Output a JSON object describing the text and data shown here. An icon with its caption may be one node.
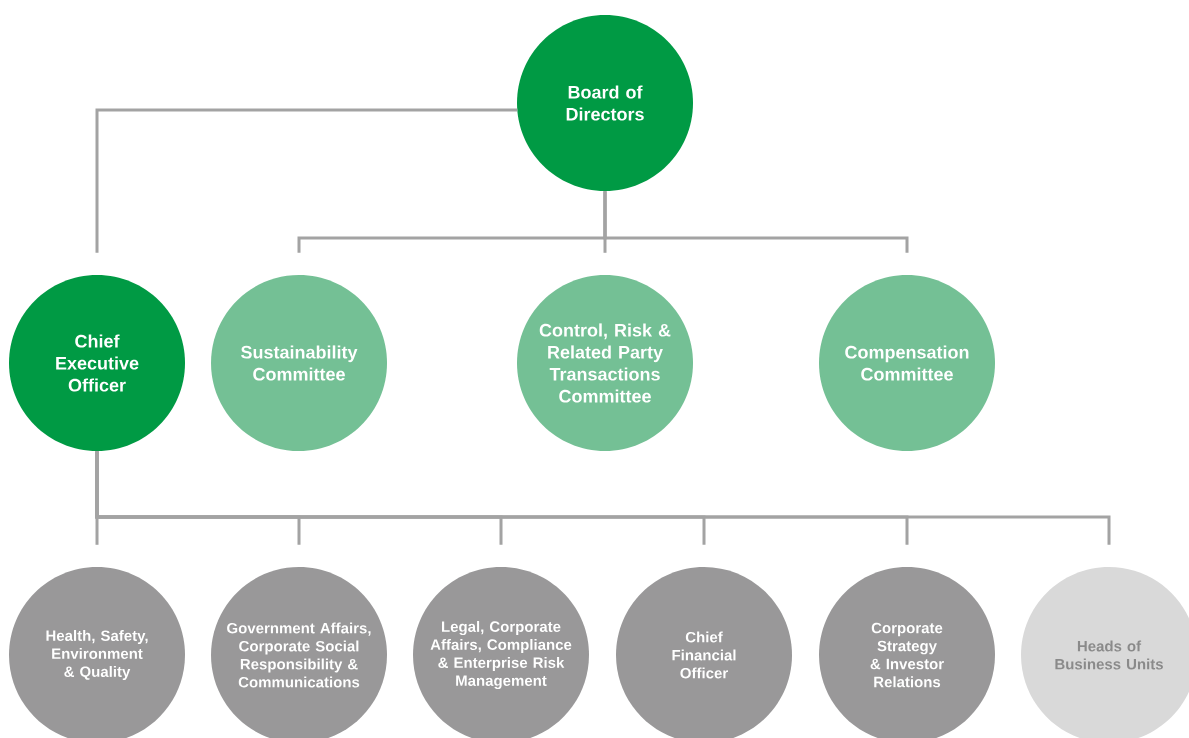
{
  "diagram": {
    "nodes": [
      {
        "text": [
          "Board of Directors"
        ]
      },
      {
        "text": [
          "Chief Executive Officer"
        ]
      },
      {
        "text": [
          "Sustainability Committee"
        ]
      },
      {
        "text": [
          "Control, Risk & Related Party Transactions Committee"
        ]
      },
      {
        "text": [
          "Compensation Committee"
        ]
      },
      {
        "text": [
          "Health, Safety, Environment & Quality"
        ]
      },
      {
        "text": [
          "Government Affairs, Corporate Social Responsibility & Communications"
        ]
      },
      {
        "text": [
          "Legal, Corporate Affairs, Compliance & Enterprise Risk Management"
        ]
      },
      {
        "text": [
          "Chief Financial Officer"
        ]
      },
      {
        "text": [
          "Corporate Strategy & Investor Relations"
        ]
      },
      {
        "text": [
          "Heads of Business Units"
        ]
      }
    ],
    "edges": [
      {
        "from": 0,
        "to": 1,
        "arrow": "none"
      },
      {
        "from": 0,
        "to": 2,
        "arrow": "none"
      },
      {
        "from": 0,
        "to": 3,
        "arrow": "none"
      },
      {
        "from": 0,
        "to": 4,
        "arrow": "none"
      },
      {
        "from": 1,
        "to": 5,
        "arrow": "none"
      },
      {
        "from": 1,
        "to": 6,
        "arrow": "none"
      },
      {
        "from": 1,
        "to": 7,
        "arrow": "none"
      },
      {
        "from": 1,
        "to": 8,
        "arrow": "none"
      },
      {
        "from": 1,
        "to": 9,
        "arrow": "none"
      },
      {
        "from": 1,
        "to": 10,
        "arrow": "none"
      }
    ]
  }
}
